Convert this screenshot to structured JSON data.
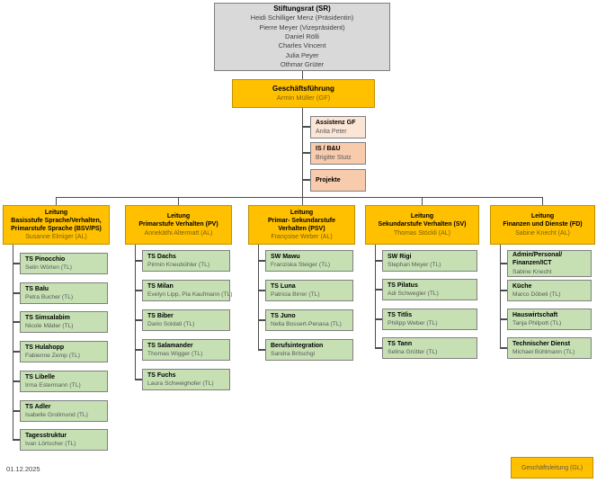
{
  "board": {
    "title": "Stiftungsrat (SR)",
    "members": [
      "Heidi Schilliger Menz (Präsidentin)",
      "Pierre Meyer (Vizepräsident)",
      "Daniel Rölli",
      "Charles Vincent",
      "Julia Peyer",
      "Othmar Grüter"
    ]
  },
  "management": {
    "title": "Geschäftsführung",
    "name": "Armin Müller (GF)"
  },
  "staff_units": [
    {
      "title": "Assistenz GF",
      "name": "Anita Peter"
    },
    {
      "title": "IS / B&U",
      "name": "Brigitte Stutz"
    },
    {
      "title": "Projekte",
      "name": ""
    }
  ],
  "departments": [
    {
      "lines": [
        "Leitung",
        "Basisstufe Sprache/Verhalten,",
        "Primarstufe Sprache (BSV/PS)"
      ],
      "head": "Susanne Elmiger (AL)",
      "teams": [
        {
          "name": "TS Pinocchio",
          "lead": "Selin Wörlen (TL)"
        },
        {
          "name": "TS Balu",
          "lead": "Petra Bucher (TL)"
        },
        {
          "name": "TS Simsalabim",
          "lead": "Nicole Mäder (TL)"
        },
        {
          "name": "TS Hulahopp",
          "lead": "Fabienne Zemp (TL)"
        },
        {
          "name": "TS Libelle",
          "lead": "Irma Estermann (TL)"
        },
        {
          "name": "TS Adler",
          "lead": "Isabelle Grolimund (TL)"
        },
        {
          "name": "Tagesstruktur",
          "lead": "Ivan Lörtscher (TL)"
        }
      ]
    },
    {
      "lines": [
        "Leitung",
        "Primarstufe Verhalten (PV)"
      ],
      "head": "Annekäthi Altermatt (AL)",
      "teams": [
        {
          "name": "TS Dachs",
          "lead": "Pirmin Kneubühler (TL)"
        },
        {
          "name": "TS Milan",
          "lead": "Evelyn Lipp, Pia Kaufmann (TL)"
        },
        {
          "name": "TS Biber",
          "lead": "Dario Soldati (TL)"
        },
        {
          "name": "TS Salamander",
          "lead": "Thomas Wigger (TL)"
        },
        {
          "name": "TS Fuchs",
          "lead": "Laura Schweighofer (TL)"
        }
      ]
    },
    {
      "lines": [
        "Leitung",
        "Primar- Sekundarstufe",
        "Verhalten (PSV)"
      ],
      "head": "Françoise Weber (AL)",
      "teams": [
        {
          "name": "SW Mawu",
          "lead": "Franziska Steiger (TL)"
        },
        {
          "name": "TS Luna",
          "lead": "Patricia Birrer (TL)"
        },
        {
          "name": "TS Juno",
          "lead": "Nella Bossert-Penasa (TL)"
        },
        {
          "name": "Berufsintegration",
          "lead": "Sandra Britschgi"
        }
      ]
    },
    {
      "lines": [
        "Leitung",
        "Sekundarstufe Verhalten (SV)"
      ],
      "head": "Thomas Stöckli (AL)",
      "teams": [
        {
          "name": "SW Rigi",
          "lead": "Stephan Meyer (TL)"
        },
        {
          "name": "TS Pilatus",
          "lead": "Adi Schwegler (TL)"
        },
        {
          "name": "TS Titlis",
          "lead": "Philipp Weber (TL)"
        },
        {
          "name": "TS Tann",
          "lead": "Selina Grütter (TL)"
        }
      ]
    },
    {
      "lines": [
        "Leitung",
        "Finanzen und Dienste (FD)"
      ],
      "head": "Sabine Knecht (AL)",
      "teams": [
        {
          "name": "Admin/Personal/",
          "name2": "Finanzen/ICT",
          "lead": "Sabine Knecht"
        },
        {
          "name": "Küche",
          "lead": "Marco Döbeli (TL)"
        },
        {
          "name": "Hauswirtschaft",
          "lead": "Tanja Philpott (TL)"
        },
        {
          "name": "Technischer Dienst",
          "lead": "Michael Bühlmann (TL)"
        }
      ]
    }
  ],
  "footer": {
    "date": "01.12.2025"
  },
  "legend": {
    "label": "Geschäftsleitung (GL)"
  },
  "colors": {
    "gold": "#FFC000",
    "gray": "#D9D9D9",
    "green": "#C6E0B4",
    "peach": "#F8CBAD",
    "peach_light": "#FBE5D6",
    "line": "#4D4D4D"
  }
}
